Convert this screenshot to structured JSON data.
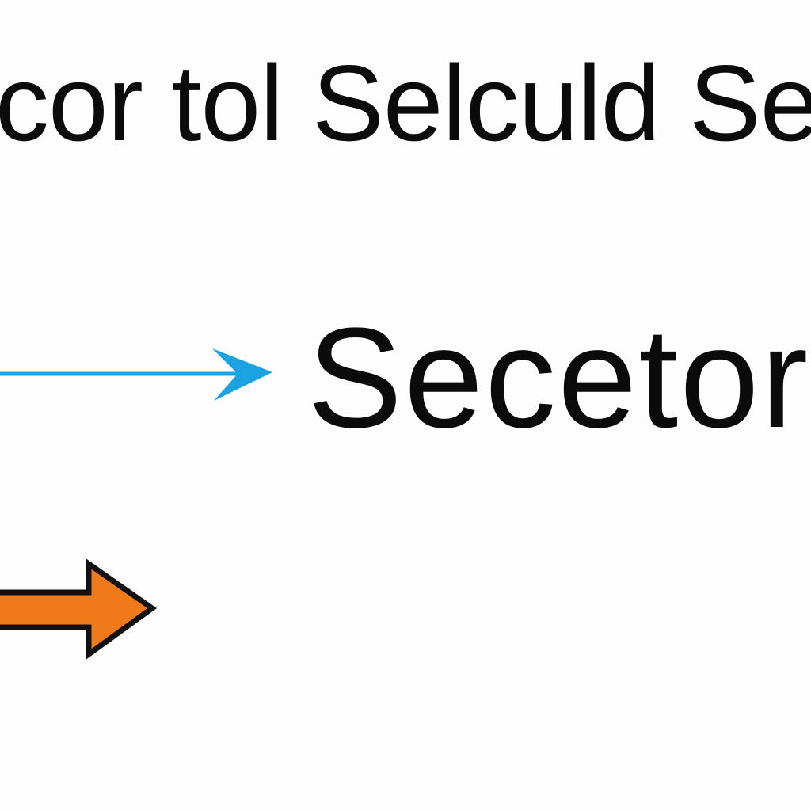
{
  "heading": {
    "text": "cor tol Selculd Se"
  },
  "label": {
    "text": "Secetor"
  },
  "arrows": {
    "blue": {
      "color": "#1aa3e0",
      "direction": "right"
    },
    "orange": {
      "color": "#f07a1a",
      "outline": "#111111",
      "direction": "right"
    }
  }
}
